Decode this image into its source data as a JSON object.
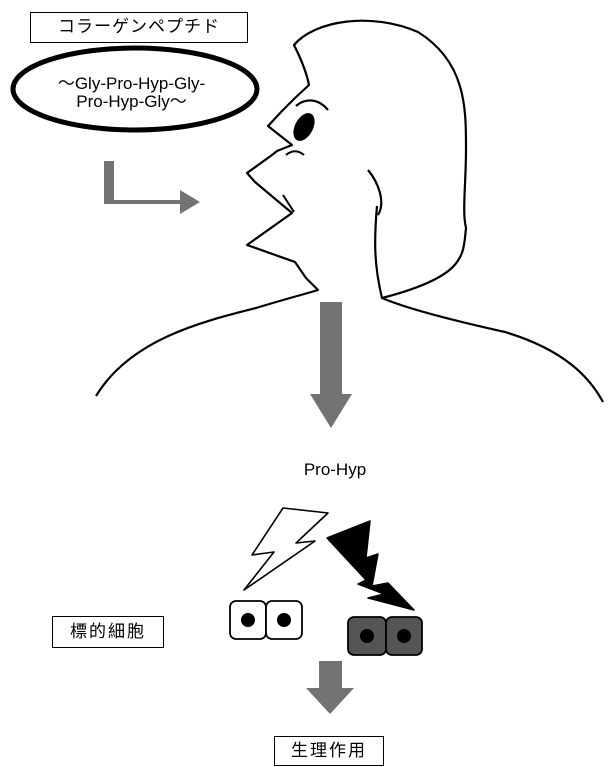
{
  "peptide_label": "コラーゲンペプチド",
  "peptide_sequence": {
    "line1": "〜Gly-Pro-Hyp-Gly-",
    "line2": "Pro-Hyp-Gly〜"
  },
  "metabolite_label": "Pro-Hyp",
  "target_cells_label": "標的細胞",
  "physiological_effect_label": "生理作用",
  "colors": {
    "arrow_gray": "#737373",
    "active_cell": "#555555",
    "line": "#000000",
    "background": "#ffffff"
  }
}
